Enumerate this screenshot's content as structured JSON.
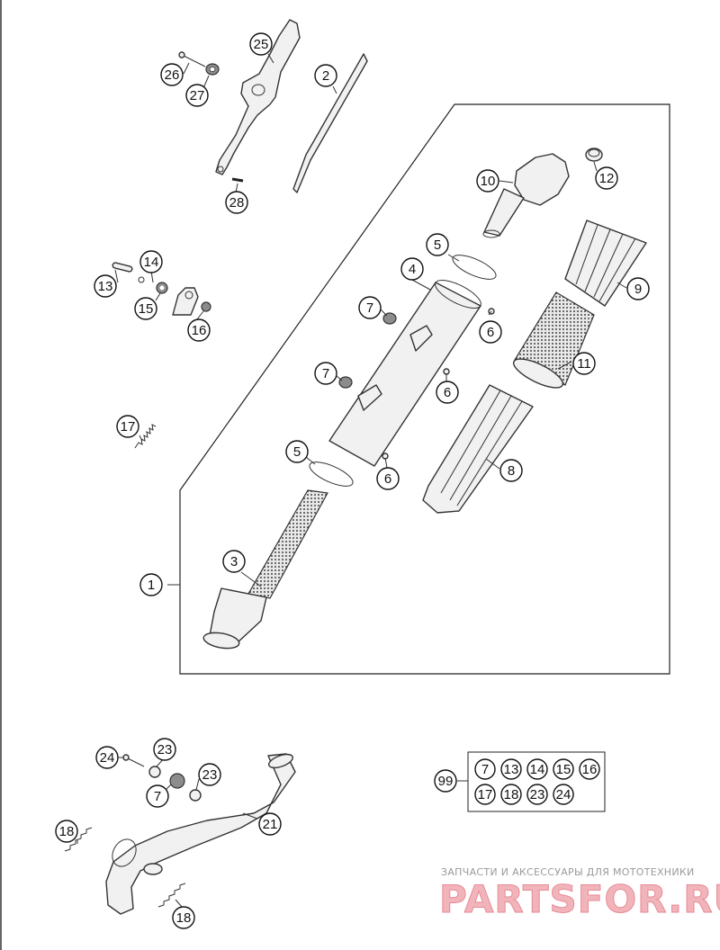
{
  "callouts": [
    {
      "id": "c1",
      "label": "1"
    },
    {
      "id": "c2",
      "label": "2"
    },
    {
      "id": "c3",
      "label": "3"
    },
    {
      "id": "c4",
      "label": "4"
    },
    {
      "id": "c5a",
      "label": "5"
    },
    {
      "id": "c5b",
      "label": "5"
    },
    {
      "id": "c6a",
      "label": "6"
    },
    {
      "id": "c6b",
      "label": "6"
    },
    {
      "id": "c6c",
      "label": "6"
    },
    {
      "id": "c7a",
      "label": "7"
    },
    {
      "id": "c7b",
      "label": "7"
    },
    {
      "id": "c7c",
      "label": "7"
    },
    {
      "id": "c8",
      "label": "8"
    },
    {
      "id": "c9",
      "label": "9"
    },
    {
      "id": "c10",
      "label": "10"
    },
    {
      "id": "c11",
      "label": "11"
    },
    {
      "id": "c12",
      "label": "12"
    },
    {
      "id": "c13",
      "label": "13"
    },
    {
      "id": "c14",
      "label": "14"
    },
    {
      "id": "c15",
      "label": "15"
    },
    {
      "id": "c16",
      "label": "16"
    },
    {
      "id": "c17",
      "label": "17"
    },
    {
      "id": "c18a",
      "label": "18"
    },
    {
      "id": "c18b",
      "label": "18"
    },
    {
      "id": "c21",
      "label": "21"
    },
    {
      "id": "c23a",
      "label": "23"
    },
    {
      "id": "c23b",
      "label": "23"
    },
    {
      "id": "c24",
      "label": "24"
    },
    {
      "id": "c25",
      "label": "25"
    },
    {
      "id": "c26",
      "label": "26"
    },
    {
      "id": "c27",
      "label": "27"
    },
    {
      "id": "c28",
      "label": "28"
    },
    {
      "id": "c99",
      "label": "99"
    }
  ],
  "kit": {
    "label": "99",
    "items": [
      "7",
      "13",
      "14",
      "15",
      "16",
      "17",
      "18",
      "23",
      "24"
    ]
  },
  "watermark": {
    "subtitle": "ЗАПЧАСТИ И АКСЕССУАРЫ ДЛЯ МОТОТЕХНИКИ",
    "brand": "PARTSFOR.RU"
  }
}
